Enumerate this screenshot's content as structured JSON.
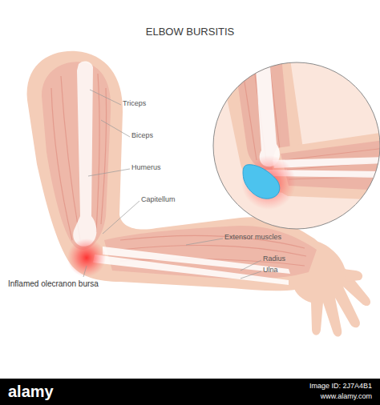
{
  "diagram": {
    "title": "ELBOW BURSITIS",
    "labels": [
      "Triceps",
      "Biceps",
      "Humerus",
      "Capitellum",
      "Extensor muscles",
      "Radius",
      "Ulna",
      "Inflamed olecranon bursa",
      "alamy",
      "Image ID: 2J7A4B1",
      "www.alamy.com"
    ]
  }
}
